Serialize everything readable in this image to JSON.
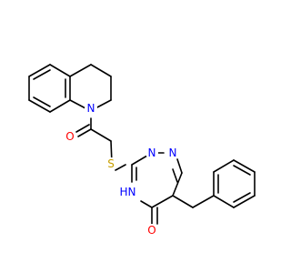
{
  "atoms": {
    "n_amide": {
      "label": "N",
      "color": "#0000ff"
    },
    "o_amide": {
      "label": "O",
      "color": "#ff0000"
    },
    "s_thio": {
      "label": "S",
      "color": "#c8a000"
    },
    "n_triazine_1": {
      "label": "N",
      "color": "#0000ff"
    },
    "n_triazine_2": {
      "label": "N",
      "color": "#0000ff"
    },
    "nh_triazine": {
      "label": "N",
      "h_label": "H",
      "color": "#0000ff"
    },
    "o_keto": {
      "label": "O",
      "color": "#ff0000"
    }
  },
  "colors": {
    "bond": "#000000",
    "nitrogen": "#0000ff",
    "oxygen": "#ff0000",
    "sulfur": "#c8a000"
  }
}
